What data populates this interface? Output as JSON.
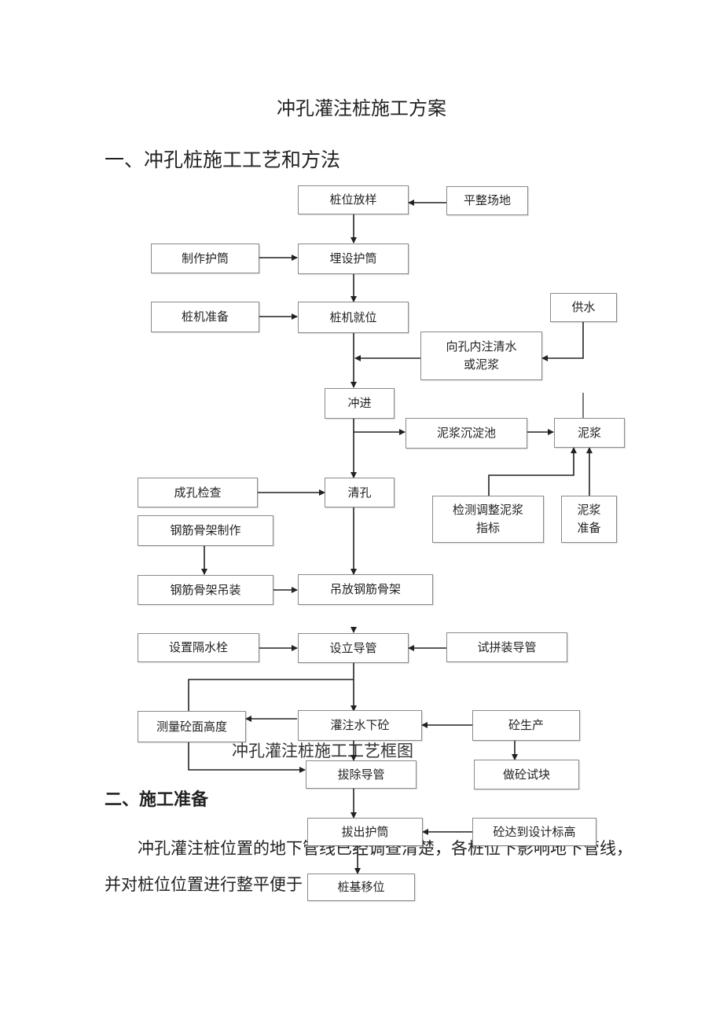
{
  "title": "冲孔灌注桩施工方案",
  "section1_heading": "一、冲孔桩施工工艺和方法",
  "flowchart": {
    "caption": "冲孔灌注桩施工工艺框图",
    "nodes": {
      "pile_position": "桩位放样",
      "level_site": "平整场地",
      "make_casing": "制作护筒",
      "bury_casing": "埋设护筒",
      "rig_prep": "桩机准备",
      "rig_in_place": "桩机就位",
      "water_supply": "供水",
      "inject_water": "向孔内注清水\n或泥浆",
      "drill": "冲进",
      "settling_pond": "泥浆沉淀池",
      "slurry": "泥浆",
      "hole_check": "成孔检查",
      "clean_hole": "清孔",
      "adjust_slurry": "检测调整泥浆\n指标",
      "slurry_prep": "泥浆\n准备",
      "cage_make": "钢筋骨架制作",
      "cage_lift": "钢筋骨架吊装",
      "place_cage": "吊放钢筋骨架",
      "water_plug": "设置隔水栓",
      "set_tremie": "设立导管",
      "trial_tremie": "试拼装导管",
      "measure_height": "测量砼面高度",
      "pour_concrete": "灌注水下砼",
      "concrete_prod": "砼生产",
      "test_block": "做砼试块",
      "remove_tremie": "拔除导管",
      "pull_casing": "拔出护筒",
      "design_elev": "砼达到设计标高",
      "move_rig": "桩基移位"
    }
  },
  "section2_heading": "二、施工准备",
  "paragraph": {
    "line1": "冲孔灌注桩位置的地下管线已经调查清楚，各桩位下影响地下管线，",
    "line2": "并对桩位位置进行整平便于"
  }
}
